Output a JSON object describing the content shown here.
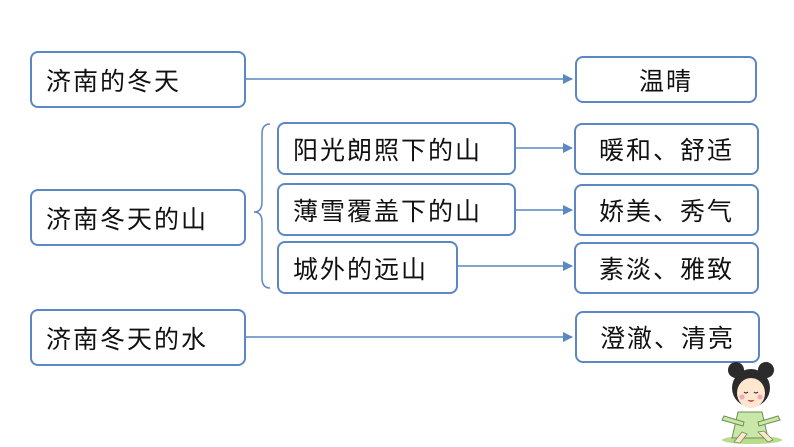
{
  "topic1": {
    "label": "济南的冬天",
    "result": "温晴"
  },
  "topic2": {
    "label": "济南冬天的山",
    "items": [
      {
        "label": "阳光朗照下的山",
        "result": "暖和、舒适"
      },
      {
        "label": "薄雪覆盖下的山",
        "result": "娇美、秀气"
      },
      {
        "label": "城外的远山",
        "result": "素淡、雅致"
      }
    ]
  },
  "topic3": {
    "label": "济南冬天的水",
    "result": "澄澈、清亮"
  },
  "colors": {
    "border": "#5b87c4",
    "arrow": "#5b87c4",
    "text": "#111111"
  },
  "decoration": "cartoon-girl-illustration"
}
